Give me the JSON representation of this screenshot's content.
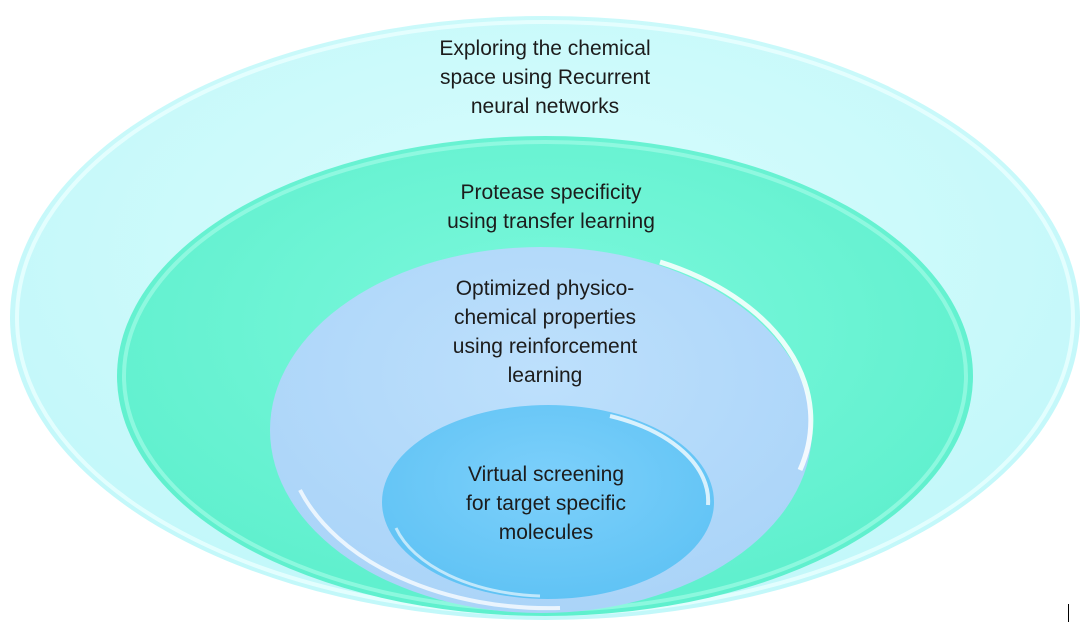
{
  "diagram": {
    "type": "nested-ellipses",
    "layers": [
      {
        "id": "outer",
        "text": "Exploring the chemical\nspace using Recurrent\nneural networks",
        "fill": "#ccfbfb"
      },
      {
        "id": "second",
        "text": "Protease specificity\nusing transfer learning",
        "fill": "#66f5d2"
      },
      {
        "id": "third",
        "text": "Optimized physico-\nchemical  properties\nusing reinforcement\nlearning",
        "fill": "#b0d9fb"
      },
      {
        "id": "inner",
        "text": "Virtual screening\nfor target specific\nmolecules",
        "fill": "#66c8f9"
      }
    ]
  }
}
